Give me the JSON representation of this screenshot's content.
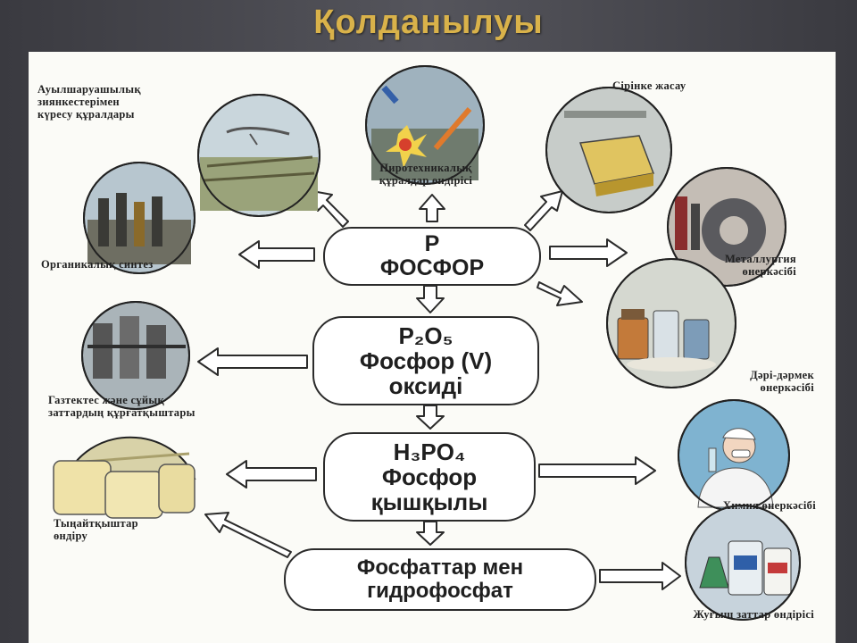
{
  "title": "Қолданылуы",
  "nodes": {
    "phosphorus": {
      "line1": "P",
      "line2": "ФОСФОР"
    },
    "oxide": {
      "formula": "P₂O₅",
      "line2": "Фосфор (V)",
      "line3": "оксиді"
    },
    "acid": {
      "formula": "H₃PO₄",
      "line2": "Фосфор",
      "line3": "қышқылы"
    },
    "phosphates": {
      "line1": "Фосфаттар мен",
      "line2": "гидрофосфат"
    }
  },
  "applications": {
    "pesticides": [
      "Ауылшаруашылық",
      "зиянкестерімен",
      "күресу құралдары"
    ],
    "pyrotechnics": [
      "Пиротехникалық",
      "құралдар өндірісі"
    ],
    "matches": [
      "Сірінке жасау"
    ],
    "organic_synthesis": [
      "Органикалық синтез"
    ],
    "metallurgy": [
      "Металлургия",
      "өнеркәсібі"
    ],
    "pharmaceutical": [
      "Дәрі-дәрмек",
      "өнеркәсібі"
    ],
    "desiccants": [
      "Газтектес және сұйық",
      "заттардың құрғатқыштары"
    ],
    "fertilizers": [
      "Тыңайтқыштар",
      "өндіру"
    ],
    "chemical_industry": [
      "Химия өнеркәсібі"
    ],
    "detergents": [
      "Жуғыш заттар өндірісі"
    ]
  },
  "icons": [
    "crop-field-icon",
    "pyrotechnics-icon",
    "matchbox-icon",
    "chemistry-lab-icon",
    "metal-coil-icon",
    "medicine-bottles-icon",
    "gas-pipes-icon",
    "fertilizer-sacks-icon",
    "scientist-icon",
    "detergent-bottles-icon"
  ],
  "colors": {
    "title": "#d9b24a",
    "arrow_fill": "#ffffff",
    "arrow_stroke": "#2b2b2b"
  }
}
